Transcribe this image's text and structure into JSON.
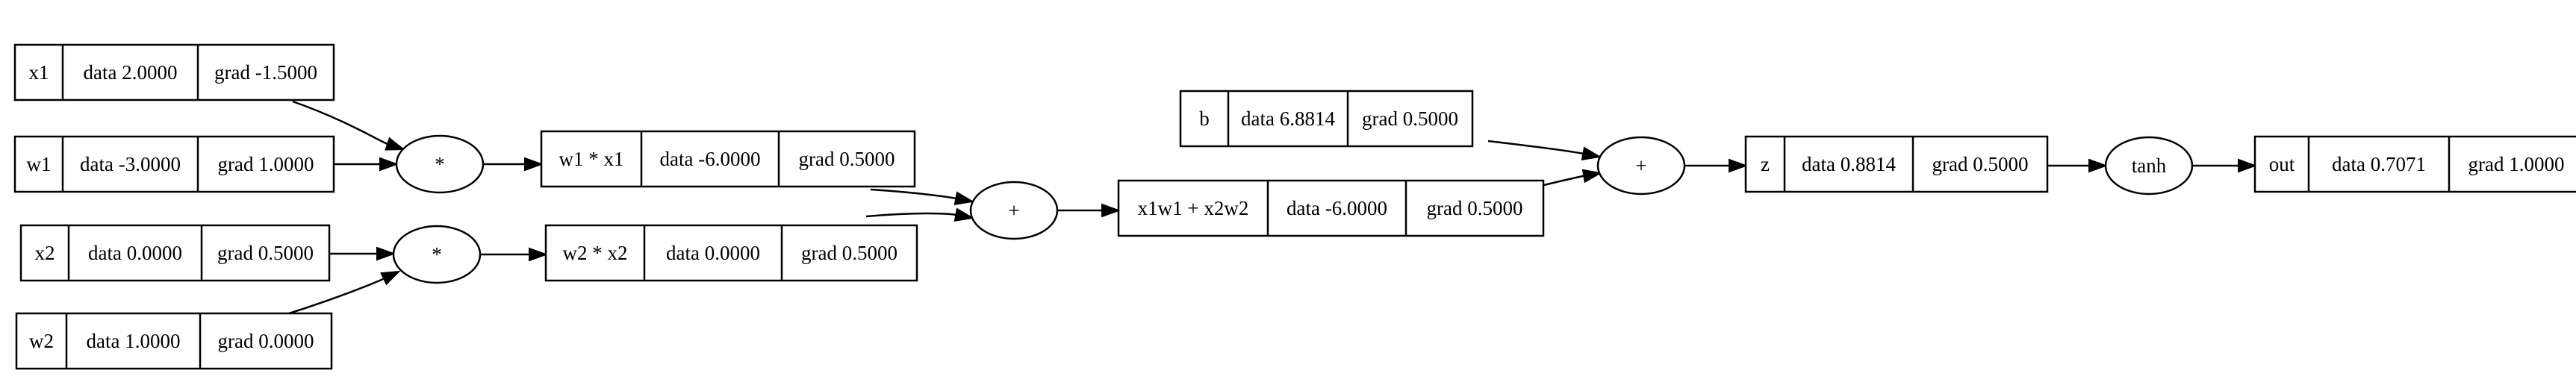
{
  "graph": {
    "values": [
      {
        "id": "x1",
        "label": "x1",
        "data": "data 2.0000",
        "grad": "grad -1.5000"
      },
      {
        "id": "w1",
        "label": "w1",
        "data": "data -3.0000",
        "grad": "grad 1.0000"
      },
      {
        "id": "x2",
        "label": "x2",
        "data": "data 0.0000",
        "grad": "grad 0.5000"
      },
      {
        "id": "w2",
        "label": "w2",
        "data": "data 1.0000",
        "grad": "grad 0.0000"
      },
      {
        "id": "x1w1",
        "label": "w1 * x1",
        "data": "data -6.0000",
        "grad": "grad 0.5000"
      },
      {
        "id": "x2w2",
        "label": "w2 * x2",
        "data": "data 0.0000",
        "grad": "grad 0.5000"
      },
      {
        "id": "sum1",
        "label": "x1w1 + x2w2",
        "data": "data -6.0000",
        "grad": "grad 0.5000"
      },
      {
        "id": "b",
        "label": "b",
        "data": "data 6.8814",
        "grad": "grad 0.5000"
      },
      {
        "id": "z",
        "label": "z",
        "data": "data 0.8814",
        "grad": "grad 0.5000"
      },
      {
        "id": "out",
        "label": "out",
        "data": "data 0.7071",
        "grad": "grad 1.0000"
      }
    ],
    "ops": [
      {
        "id": "mul1",
        "label": "*"
      },
      {
        "id": "mul2",
        "label": "*"
      },
      {
        "id": "add1",
        "label": "+"
      },
      {
        "id": "add2",
        "label": "+"
      },
      {
        "id": "tanh",
        "label": "tanh"
      }
    ],
    "edges": [
      {
        "from": "x1",
        "to": "mul1"
      },
      {
        "from": "w1",
        "to": "mul1"
      },
      {
        "from": "x2",
        "to": "mul2"
      },
      {
        "from": "w2",
        "to": "mul2"
      },
      {
        "from": "mul1",
        "to": "x1w1"
      },
      {
        "from": "mul2",
        "to": "x2w2"
      },
      {
        "from": "x1w1",
        "to": "add1"
      },
      {
        "from": "x2w2",
        "to": "add1"
      },
      {
        "from": "add1",
        "to": "sum1"
      },
      {
        "from": "sum1",
        "to": "add2"
      },
      {
        "from": "b",
        "to": "add2"
      },
      {
        "from": "add2",
        "to": "z"
      },
      {
        "from": "z",
        "to": "tanh"
      },
      {
        "from": "tanh",
        "to": "out"
      }
    ]
  }
}
